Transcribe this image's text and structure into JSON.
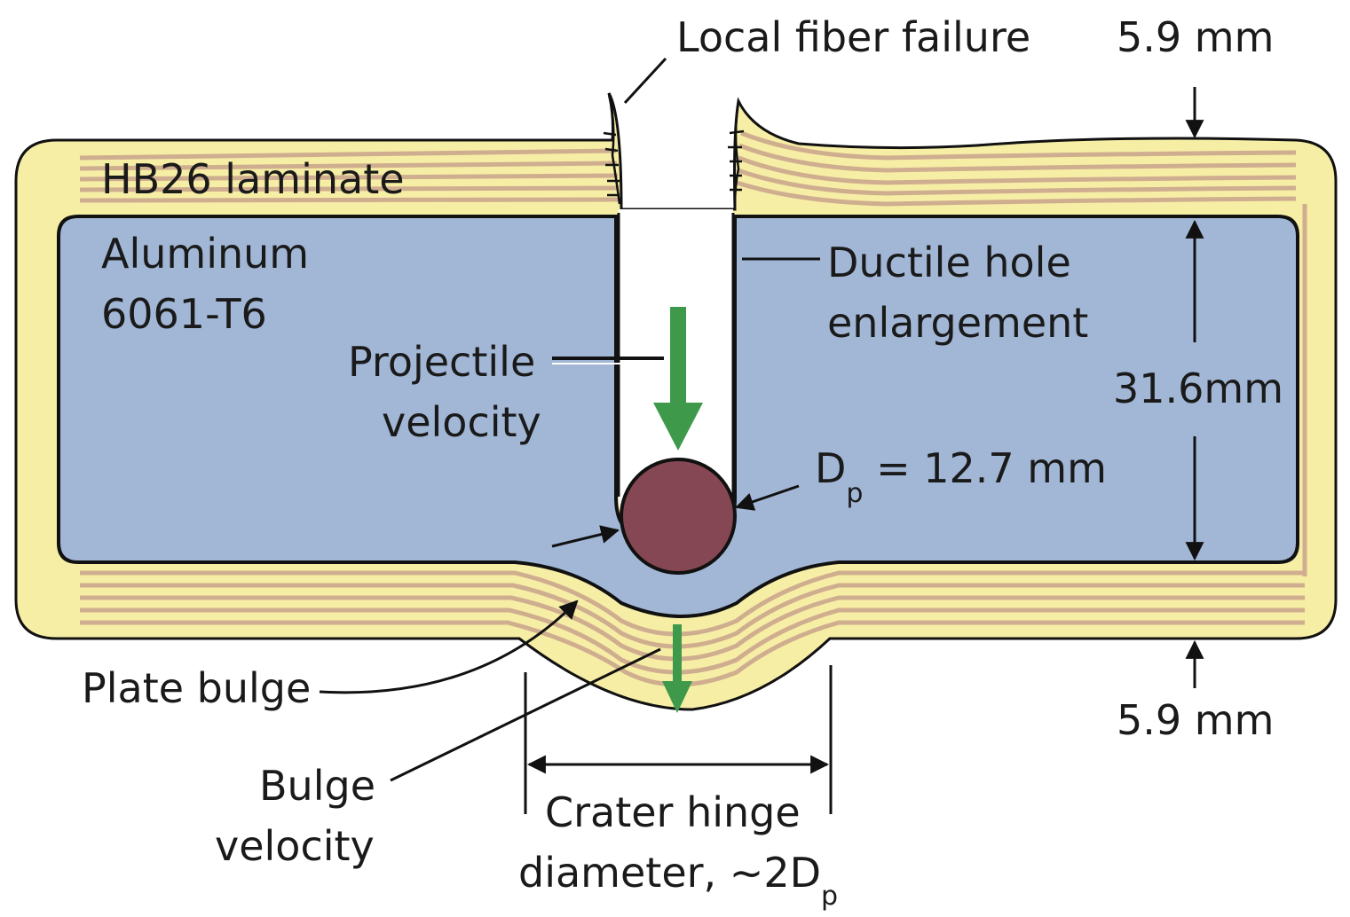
{
  "labels": {
    "local_fiber_failure": "Local fiber failure",
    "top_thickness": "5.9 mm",
    "hb26_laminate": "HB26 laminate",
    "aluminum_line1": "Aluminum",
    "aluminum_line2": "6061-T6",
    "ductile_line1": "Ductile hole",
    "ductile_line2": "enlargement",
    "projectile_line1": "Projectile",
    "projectile_line2": "velocity",
    "core_thickness": "31.6mm",
    "dp_main": "D",
    "dp_sub": "p",
    "dp_value": " = 12.7 mm",
    "plate_bulge": "Plate bulge",
    "bottom_thickness": "5.9 mm",
    "bulge_line1": "Bulge",
    "bulge_line2": "velocity",
    "crater_line1": "Crater hinge",
    "crater_line2_main": "diameter, ~2D",
    "crater_line2_sub": "p"
  },
  "colors": {
    "laminate_fill": "#f7eea6",
    "laminate_stripe": "#cfae8f",
    "aluminum_fill": "#a2b7d6",
    "projectile_fill": "#854753",
    "velocity_arrow": "#3e9a4a",
    "outline": "#111111"
  }
}
